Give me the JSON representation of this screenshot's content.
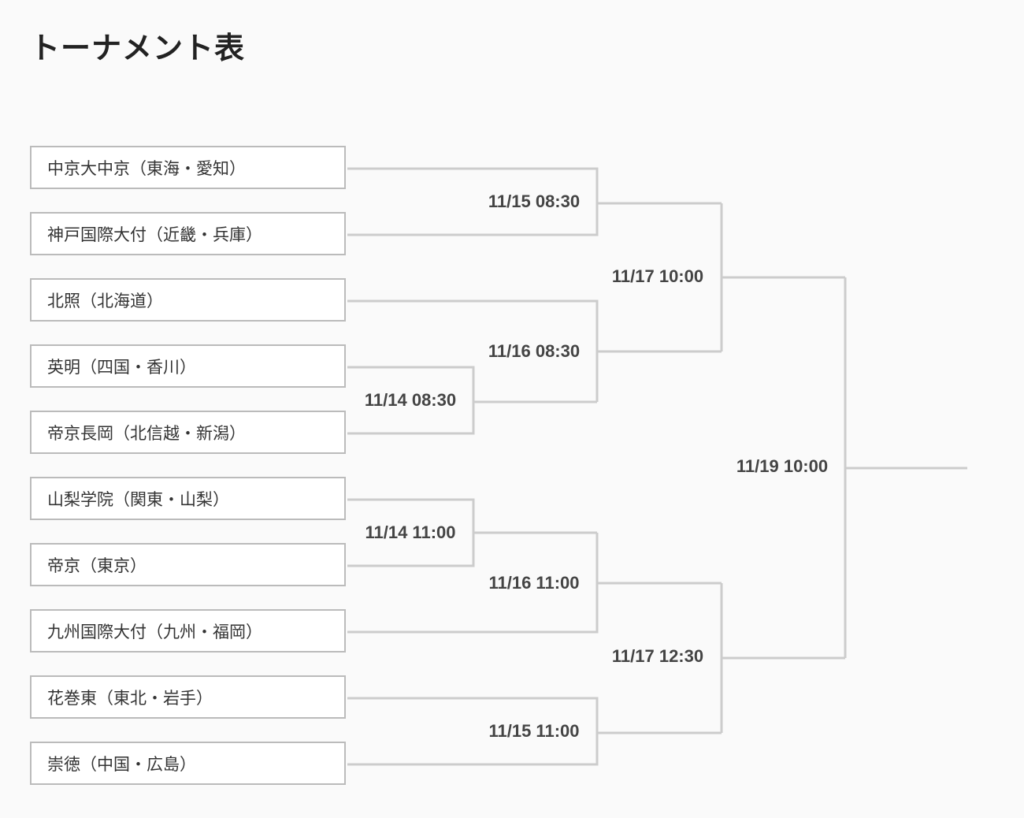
{
  "title": "トーナメント表",
  "teams": [
    "中京大中京（東海・愛知）",
    "神戸国際大付（近畿・兵庫）",
    "北照（北海道）",
    "英明（四国・香川）",
    "帝京長岡（北信越・新潟）",
    "山梨学院（関東・山梨）",
    "帝京（東京）",
    "九州国際大付（九州・福岡）",
    "花巻東（東北・岩手）",
    "崇徳（中国・広島）"
  ],
  "matches": {
    "r1_a": "11/14 08:30",
    "r1_b": "11/14 11:00",
    "qf_1": "11/15 08:30",
    "qf_2": "11/16 08:30",
    "qf_3": "11/16 11:00",
    "qf_4": "11/15 11:00",
    "sf_1": "11/17 10:00",
    "sf_2": "11/17 12:30",
    "final": "11/19 10:00"
  }
}
